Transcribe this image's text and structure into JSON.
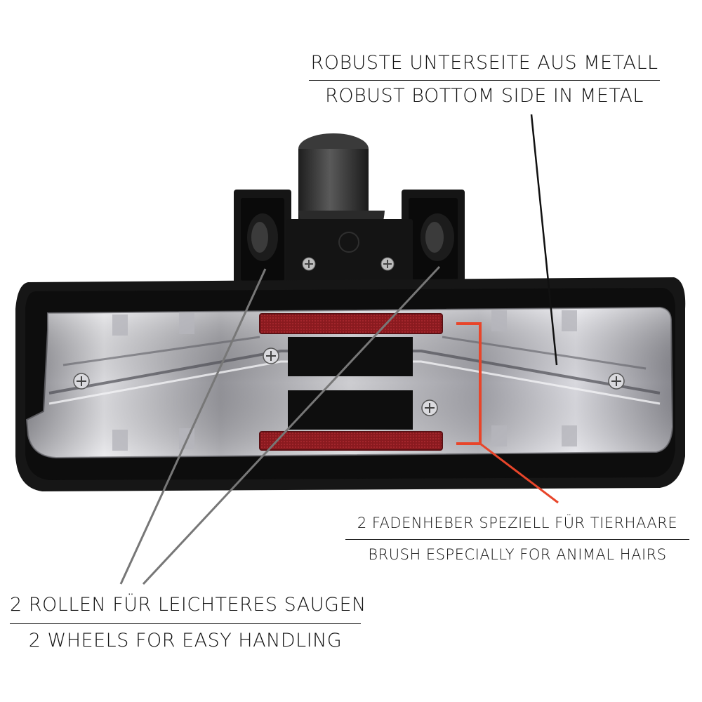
{
  "captions": {
    "metal_bottom": {
      "de": "ROBUSTE UNTERSEITE AUS METALL",
      "en": "ROBUST BOTTOM SIDE IN METAL"
    },
    "brush": {
      "de": "2 FADENHEBER SPEZIELL FÜR TIERHAARE",
      "en": "BRUSH ESPECIALLY FOR ANIMAL HAIRS"
    },
    "wheels": {
      "de": "2 ROLLEN FÜR LEICHTERES SAUGEN",
      "en": "2 WHEELS FOR EASY HANDLING"
    }
  },
  "colors": {
    "background": "#ffffff",
    "body_black": "#141414",
    "metal_light": "#d9d9dc",
    "metal_dark": "#6d6d72",
    "brush_red": "#8a1a1f",
    "bracket_red": "#e8452a",
    "leader_gray": "#777777",
    "text": "#111111"
  }
}
